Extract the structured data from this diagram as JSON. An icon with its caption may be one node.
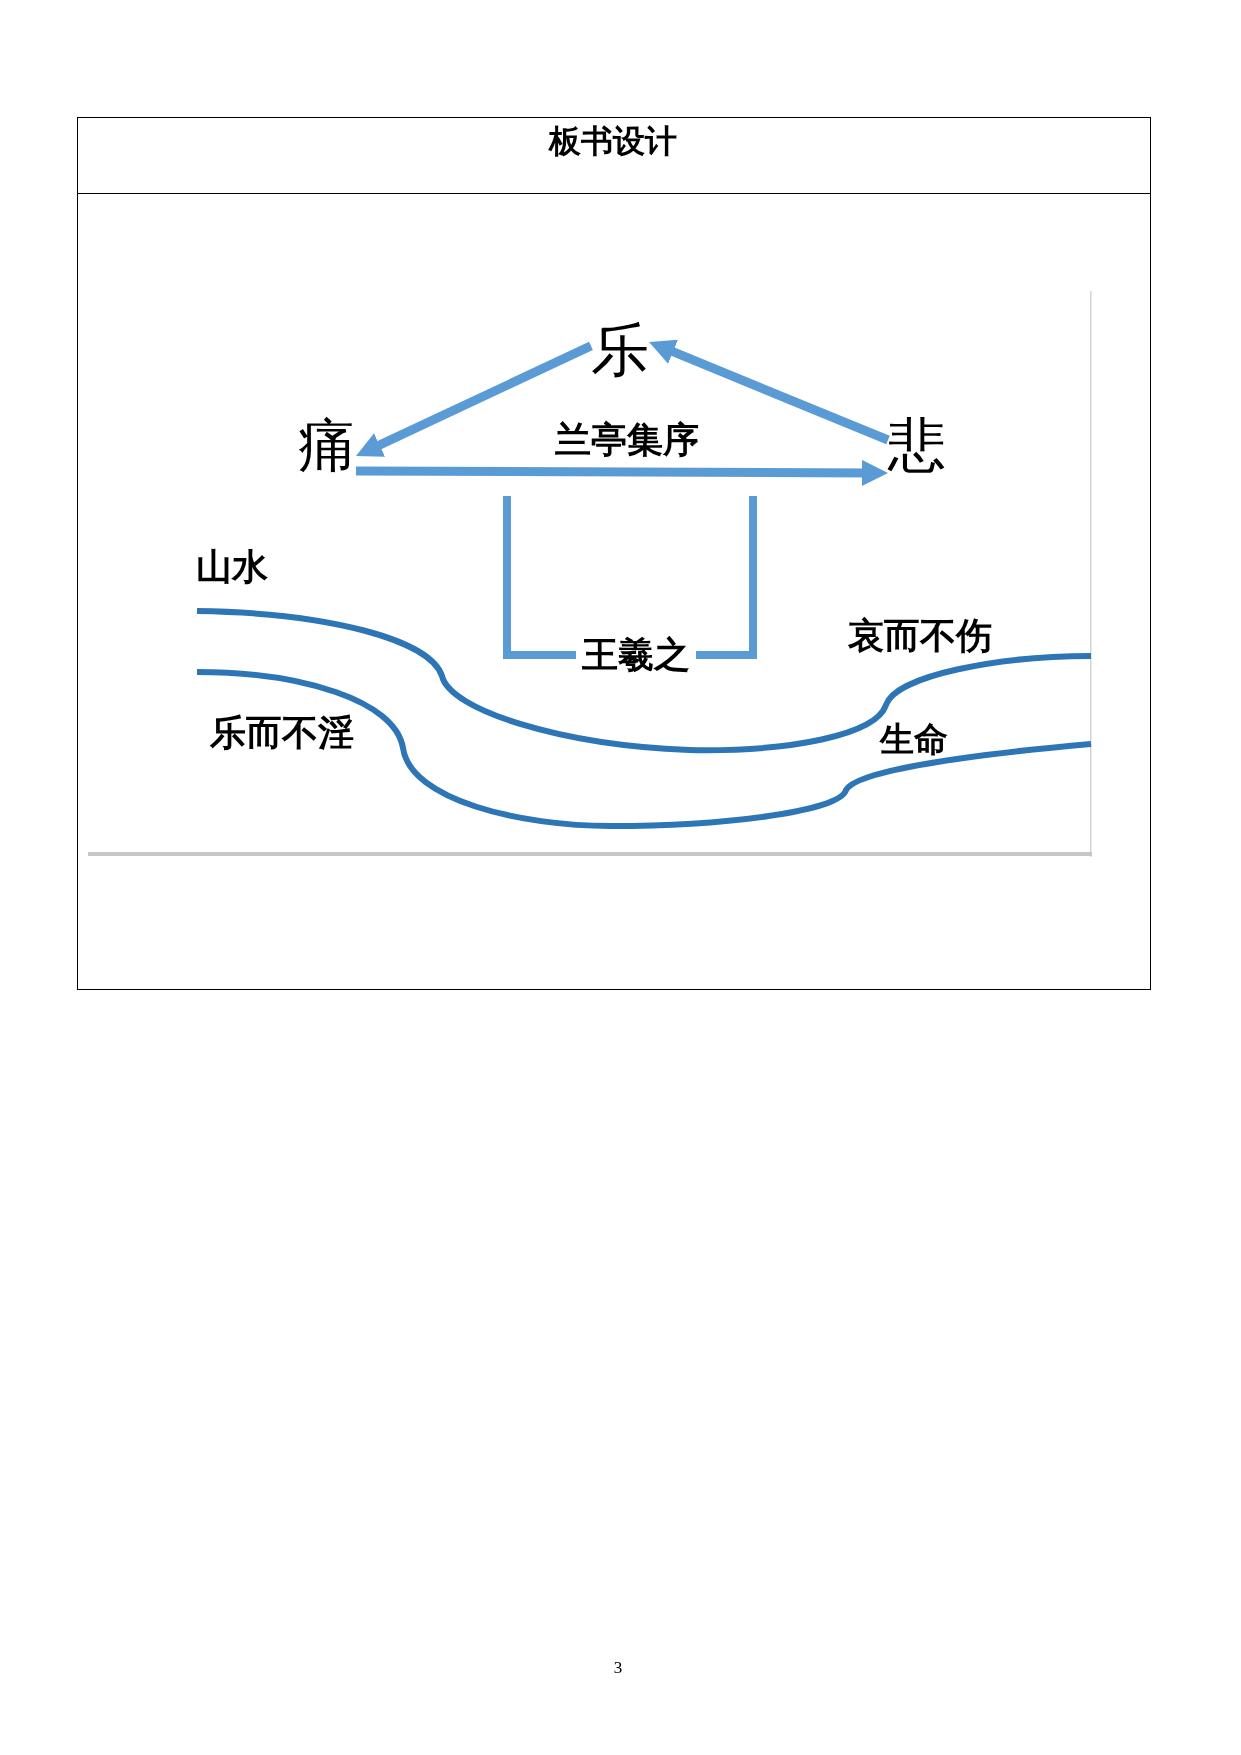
{
  "diagram": {
    "title": "板书设计",
    "nodes": [
      {
        "text": [
          "乐"
        ]
      },
      {
        "text": [
          "痛"
        ]
      },
      {
        "text": [
          "悲"
        ]
      }
    ],
    "edges": [
      {
        "from": 0,
        "to": 1,
        "arrow": "to"
      },
      {
        "from": 1,
        "to": 2,
        "arrow": "to"
      },
      {
        "from": 2,
        "to": 0,
        "arrow": "to"
      }
    ],
    "labels": [
      "兰亭集序",
      "山水",
      "哀而不伤",
      "王羲之",
      "乐而不淫",
      "生命",
      "3"
    ]
  }
}
